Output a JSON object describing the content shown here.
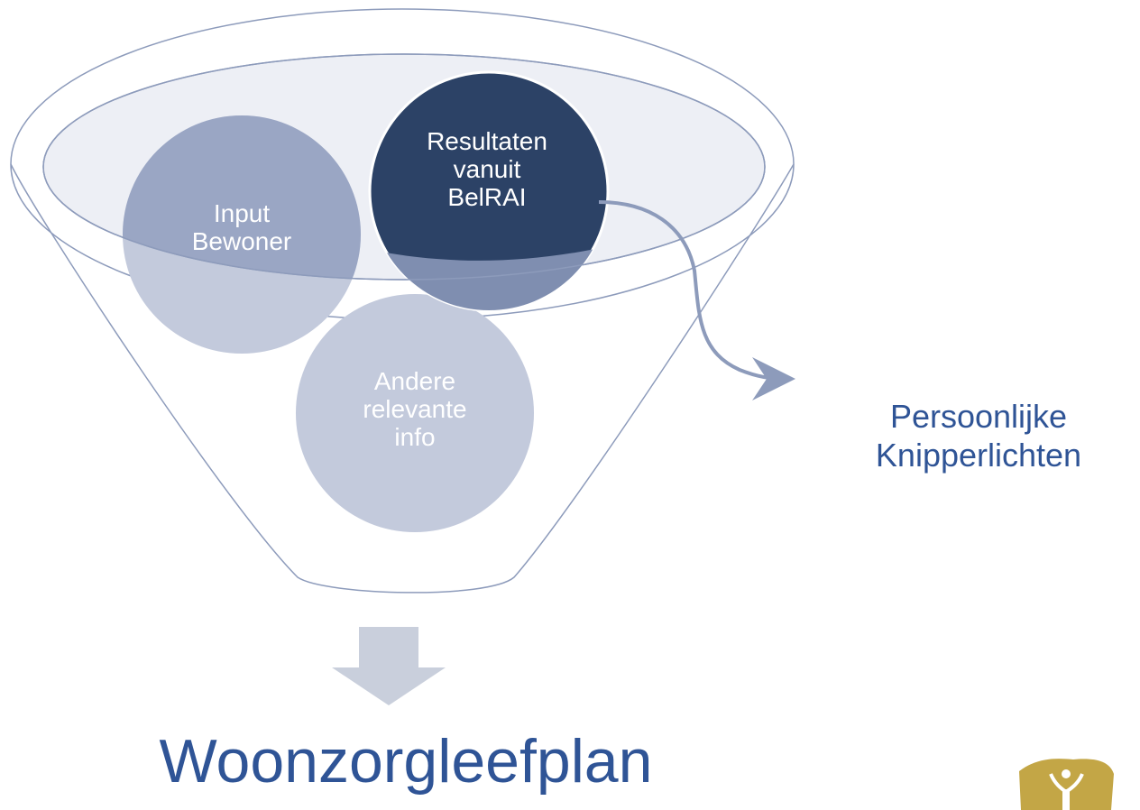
{
  "diagram": {
    "circles": [
      {
        "id": "input",
        "label": "Input\nBewoner"
      },
      {
        "id": "results",
        "label": "Resultaten\nvanuit\nBelRAI"
      },
      {
        "id": "other",
        "label": "Andere\nrelevante\ninfo"
      }
    ],
    "side_label": "Persoonlijke\nKnipperlichten",
    "bottom_title": "Woonzorgleefplan",
    "colors": {
      "funnel_stroke": "#8d9bbb",
      "funnel_rim_fill": "#e3e7ef",
      "circle_light": "#c3cadc",
      "circle_mid": "#9aa6c4",
      "circle_dark": "#2c4266",
      "circle_overlap": "#7f8eb0",
      "arrow_down": "#c9cfdc",
      "connector": "#8d9bbb",
      "text_blue": "#2f5496",
      "logo_gold": "#c3a646"
    },
    "icons": {
      "logo": "emblem-logo"
    }
  }
}
